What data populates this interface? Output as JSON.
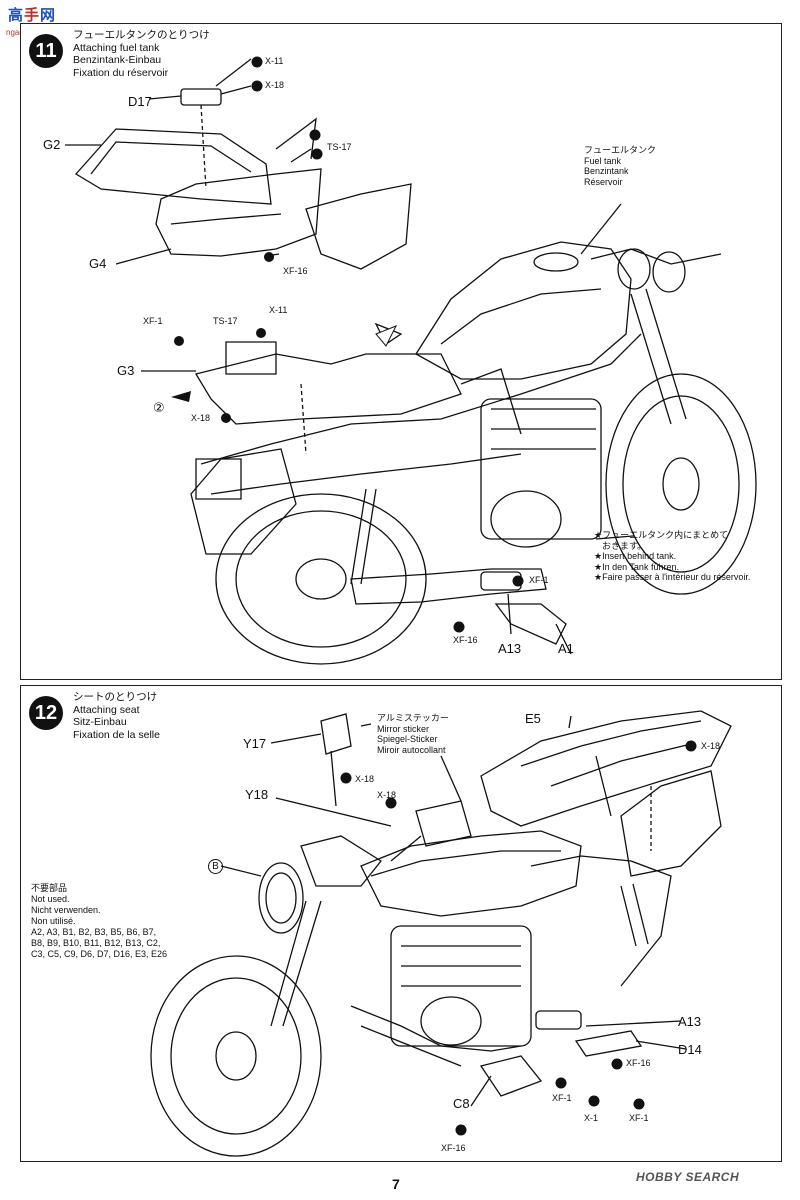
{
  "watermark_top": {
    "logo": "高",
    "logo_red": "手",
    "logo_rest": "网",
    "url": "ngao.shuuo.net"
  },
  "watermark_bottom": "HOBBY SEARCH",
  "page_number": "7",
  "step11": {
    "number": "11",
    "title_jp": "フューエルタンクのとりつけ",
    "title_en": "Attaching fuel tank",
    "title_de": "Benzintank-Einbau",
    "title_fr": "Fixation du réservoir",
    "tank_label": {
      "jp": "フューエルタンク",
      "en": "Fuel tank",
      "de": "Benzintank",
      "fr": "Réservoir"
    },
    "insert_note": {
      "jp1": "★フューエルタンク内にまとめて",
      "jp2": "おきます。",
      "en": "★Insert behind tank.",
      "de": "★In den Tank führen.",
      "fr": "★Faire passer à l'intérieur du réservoir."
    },
    "parts": {
      "D17": "D17",
      "G2": "G2",
      "G4": "G4",
      "G3": "G3",
      "A13": "A13",
      "A1": "A1",
      "X11a": "X-11",
      "X18a": "X-18",
      "TS17a": "TS-17",
      "XF16a": "XF-16",
      "XF1a": "XF-1",
      "TS17b": "TS-17",
      "X11b": "X-11",
      "X18b": "X-18",
      "XF1b": "XF-1",
      "XF16b": "XF-16",
      "circle2": "②"
    }
  },
  "step12": {
    "number": "12",
    "title_jp": "シートのとりつけ",
    "title_en": "Attaching seat",
    "title_de": "Sitz-Einbau",
    "title_fr": "Fixation de la selle",
    "mirror_label": {
      "jp": "アルミステッカー",
      "en": "Mirror sticker",
      "de": "Spiegel-Sticker",
      "fr": "Miroir autocollant"
    },
    "unused": {
      "jp": "不要部品",
      "en": "Not used.",
      "de": "Nicht verwenden.",
      "fr": "Non utilisé.",
      "line1": "A2, A3, B1, B2, B3, B5, B6, B7,",
      "line2": "B8, B9, B10, B11, B12, B13, C2,",
      "line3": "C3, C5, C9, D6, D7, D16, E3, E26"
    },
    "parts": {
      "E5": "E5",
      "Y17": "Y17",
      "Y18": "Y18",
      "B": "B",
      "C8": "C8",
      "A13": "A13",
      "D14": "D14",
      "X18a": "X-18",
      "X18b": "X-18",
      "X18c": "X-18",
      "XF1a": "XF-1",
      "XF16a": "XF-16",
      "X1": "X-1",
      "XF1b": "XF-1",
      "XF16b": "XF-16"
    }
  }
}
